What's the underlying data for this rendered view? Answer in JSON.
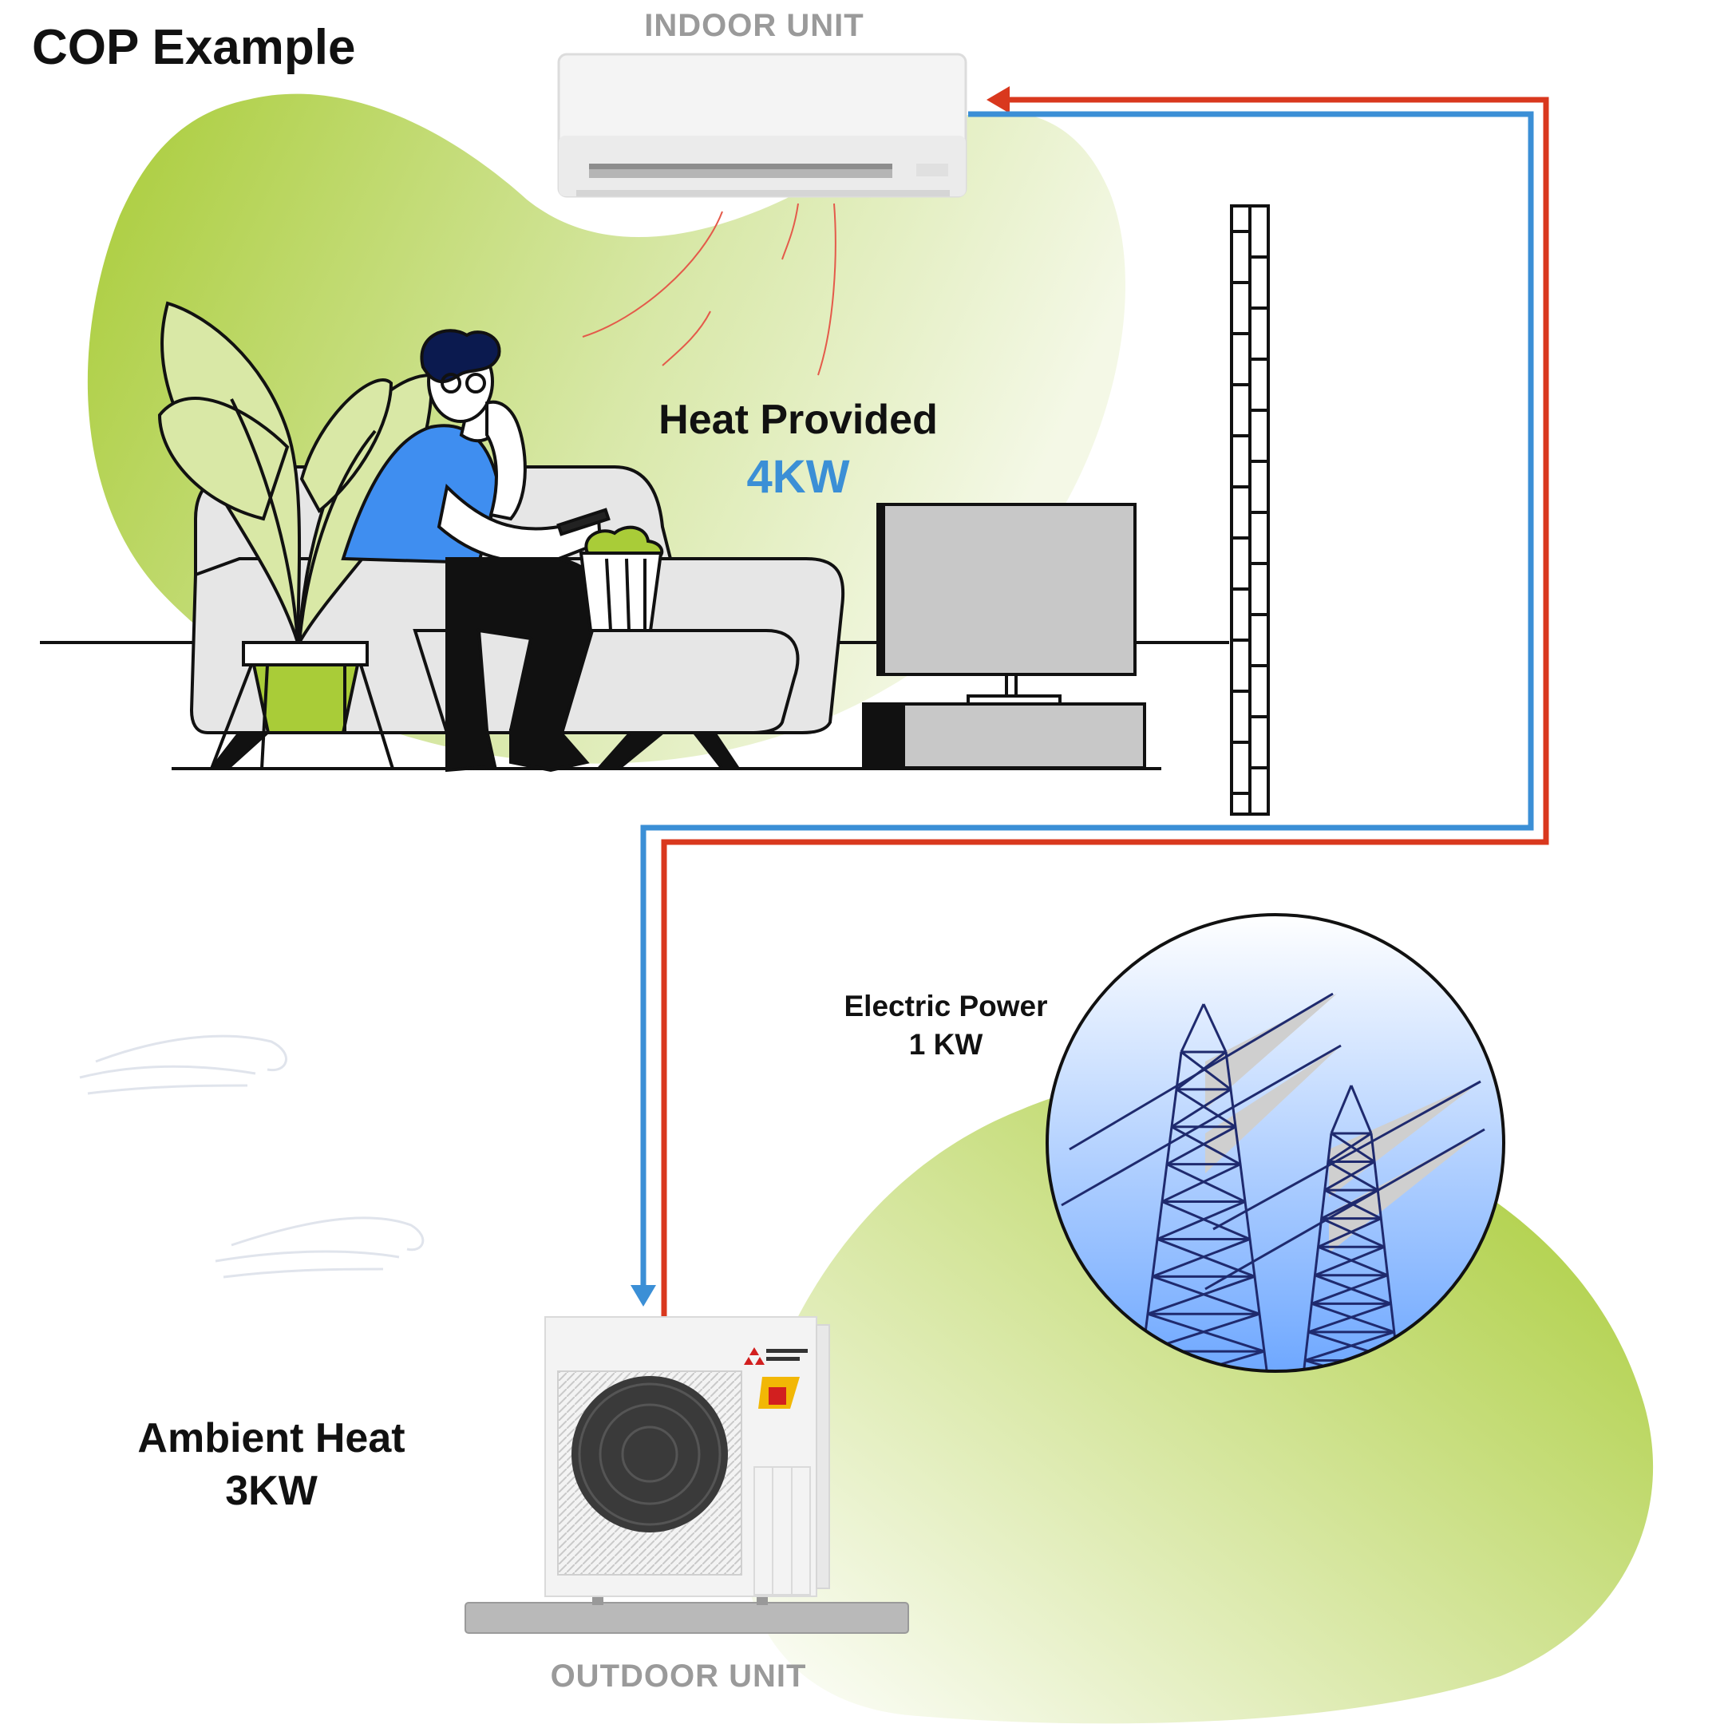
{
  "title": "COP Example",
  "indoor_unit": {
    "label": "INDOOR UNIT"
  },
  "outdoor_unit": {
    "label": "OUTDOOR UNIT"
  },
  "heat_provided": {
    "title": "Heat Provided",
    "value": "4KW"
  },
  "electric_power": {
    "title": "Electric Power",
    "value": "1 KW"
  },
  "ambient_heat": {
    "title": "Ambient Heat",
    "value": "3KW"
  },
  "colors": {
    "hot_line": "#d9381e",
    "cold_line": "#3b8fd6",
    "blob_green": "#a9cc38",
    "label_gray": "#9a9a9a",
    "accent_blue": "#3b8fd6",
    "shirt_blue": "#3f8ef0",
    "sky_blue": "#6fa8ff"
  },
  "icons": [
    "air-conditioner-icon",
    "outdoor-condenser-icon",
    "power-tower-icon",
    "brick-wall-icon",
    "television-icon",
    "person-icon",
    "plant-icon",
    "sofa-icon",
    "popcorn-icon"
  ]
}
